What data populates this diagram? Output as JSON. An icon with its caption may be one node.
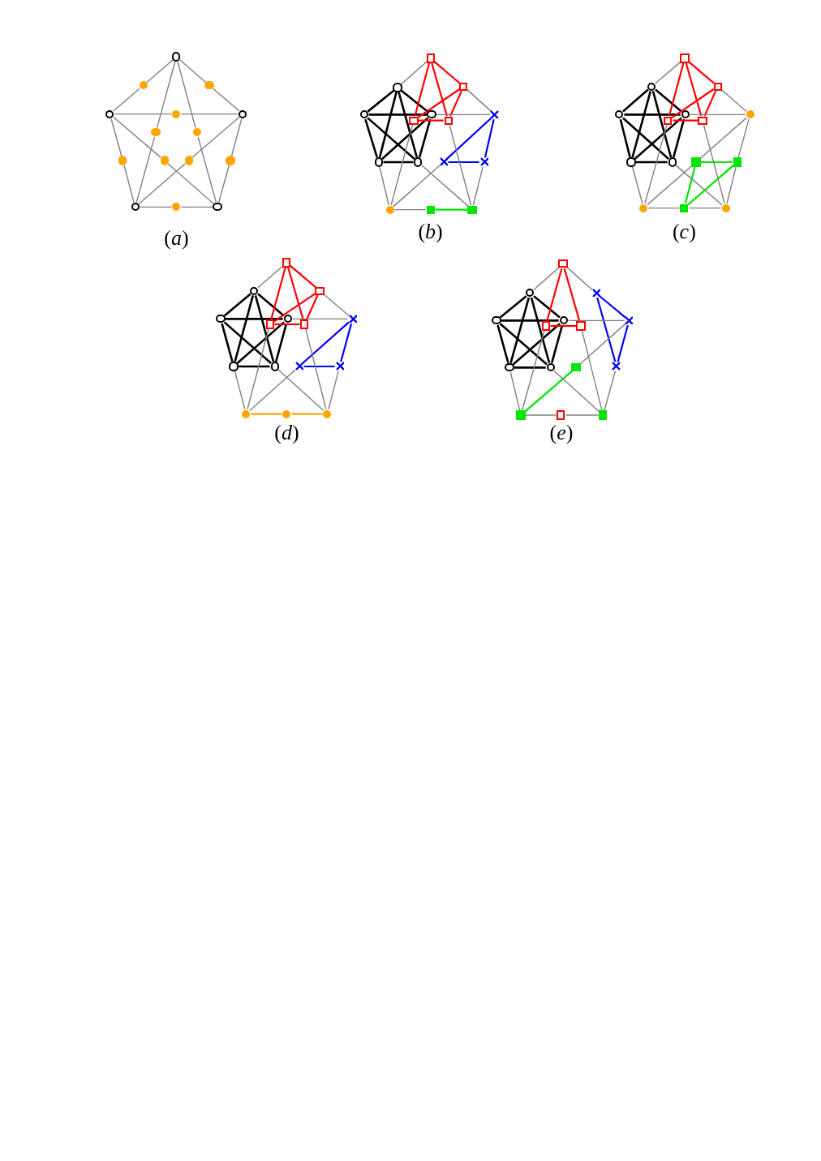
{
  "diagram": {
    "nodes": [
      {
        "text": [],
        "shape": "circle"
      },
      {
        "text": [],
        "shape": "circle"
      },
      {
        "text": [],
        "shape": "circle"
      },
      {
        "text": [],
        "shape": "circle"
      },
      {
        "text": [],
        "shape": "circle"
      },
      {
        "text": [],
        "shape": "circle"
      },
      {
        "text": [],
        "shape": "circle"
      },
      {
        "text": [],
        "shape": "circle"
      },
      {
        "text": [],
        "shape": "circle"
      },
      {
        "text": [],
        "shape": "circle"
      },
      {
        "text": [],
        "shape": "circle"
      },
      {
        "text": [],
        "shape": "circle"
      },
      {
        "text": [],
        "shape": "circle"
      },
      {
        "text": [],
        "shape": "circle"
      },
      {
        "text": [],
        "shape": "circle"
      },
      {
        "text": [],
        "shape": "circle"
      },
      {
        "text": [],
        "shape": "circle"
      },
      {
        "text": [],
        "shape": "circle"
      },
      {
        "text": [],
        "shape": "circle"
      },
      {
        "text": [],
        "shape": "circle"
      },
      {
        "text": [],
        "shape": "box"
      },
      {
        "text": [],
        "shape": "box"
      },
      {
        "text": [],
        "shape": "box"
      },
      {
        "text": [],
        "shape": "box"
      },
      {
        "text": [],
        "shape": "cross"
      },
      {
        "text": [],
        "shape": "cross"
      },
      {
        "text": [],
        "shape": "cross"
      },
      {
        "text": [],
        "shape": "circle"
      },
      {
        "text": [],
        "shape": "box"
      },
      {
        "text": [],
        "shape": "box"
      },
      {
        "text": [],
        "shape": "circle"
      },
      {
        "text": [],
        "shape": "circle"
      },
      {
        "text": [],
        "shape": "circle"
      },
      {
        "text": [],
        "shape": "circle"
      },
      {
        "text": [],
        "shape": "circle"
      },
      {
        "text": [],
        "shape": "box"
      },
      {
        "text": [],
        "shape": "box"
      },
      {
        "text": [],
        "shape": "box"
      },
      {
        "text": [],
        "shape": "box"
      },
      {
        "text": [],
        "shape": "circle"
      },
      {
        "text": [],
        "shape": "box"
      },
      {
        "text": [],
        "shape": "box"
      },
      {
        "text": [],
        "shape": "circle"
      },
      {
        "text": [],
        "shape": "box"
      },
      {
        "text": [],
        "shape": "circle"
      },
      {
        "text": [],
        "shape": "circle"
      },
      {
        "text": [],
        "shape": "circle"
      },
      {
        "text": [],
        "shape": "circle"
      },
      {
        "text": [],
        "shape": "circle"
      },
      {
        "text": [],
        "shape": "circle"
      },
      {
        "text": [],
        "shape": "box"
      },
      {
        "text": [],
        "shape": "box"
      },
      {
        "text": [],
        "shape": "box"
      },
      {
        "text": [],
        "shape": "box"
      },
      {
        "text": [],
        "shape": "cross"
      },
      {
        "text": [],
        "shape": "cross"
      },
      {
        "text": [],
        "shape": "cross"
      },
      {
        "text": [],
        "shape": "circle"
      },
      {
        "text": [],
        "shape": "circle"
      },
      {
        "text": [],
        "shape": "circle"
      },
      {
        "text": [],
        "shape": "circle"
      },
      {
        "text": [],
        "shape": "circle"
      },
      {
        "text": [],
        "shape": "circle"
      },
      {
        "text": [],
        "shape": "circle"
      },
      {
        "text": [],
        "shape": "circle"
      },
      {
        "text": [],
        "shape": "box"
      },
      {
        "text": [],
        "shape": "cross"
      },
      {
        "text": [],
        "shape": "box"
      },
      {
        "text": [],
        "shape": "box"
      },
      {
        "text": [],
        "shape": "cross"
      },
      {
        "text": [],
        "shape": "box"
      },
      {
        "text": [],
        "shape": "cross"
      },
      {
        "text": [],
        "shape": "box"
      },
      {
        "text": [],
        "shape": "box"
      },
      {
        "text": [],
        "shape": "box"
      }
    ],
    "edges": [
      {
        "from": 0,
        "to": 5,
        "arrow": "none"
      },
      {
        "from": 5,
        "to": 1,
        "arrow": "none"
      },
      {
        "from": 0,
        "to": 6,
        "arrow": "none"
      },
      {
        "from": 6,
        "to": 2,
        "arrow": "none"
      },
      {
        "from": 1,
        "to": 7,
        "arrow": "none"
      },
      {
        "from": 7,
        "to": 2,
        "arrow": "none"
      },
      {
        "from": 0,
        "to": 8,
        "arrow": "none"
      },
      {
        "from": 8,
        "to": 3,
        "arrow": "none"
      },
      {
        "from": 0,
        "to": 9,
        "arrow": "none"
      },
      {
        "from": 9,
        "to": 4,
        "arrow": "none"
      },
      {
        "from": 1,
        "to": 10,
        "arrow": "none"
      },
      {
        "from": 10,
        "to": 3,
        "arrow": "none"
      },
      {
        "from": 1,
        "to": 11,
        "arrow": "none"
      },
      {
        "from": 11,
        "to": 4,
        "arrow": "none"
      },
      {
        "from": 2,
        "to": 12,
        "arrow": "none"
      },
      {
        "from": 12,
        "to": 3,
        "arrow": "none"
      },
      {
        "from": 2,
        "to": 13,
        "arrow": "none"
      },
      {
        "from": 13,
        "to": 4,
        "arrow": "none"
      },
      {
        "from": 3,
        "to": 14,
        "arrow": "none"
      },
      {
        "from": 14,
        "to": 4,
        "arrow": "none"
      },
      {
        "from": 15,
        "to": 16,
        "arrow": "none",
        "color": "#000000"
      },
      {
        "from": 15,
        "to": 17,
        "arrow": "none",
        "color": "#000000"
      },
      {
        "from": 15,
        "to": 18,
        "arrow": "none",
        "color": "#000000"
      },
      {
        "from": 15,
        "to": 19,
        "arrow": "none",
        "color": "#000000"
      },
      {
        "from": 16,
        "to": 17,
        "arrow": "none",
        "color": "#000000"
      },
      {
        "from": 16,
        "to": 18,
        "arrow": "none",
        "color": "#000000"
      },
      {
        "from": 16,
        "to": 19,
        "arrow": "none",
        "color": "#000000"
      },
      {
        "from": 17,
        "to": 18,
        "arrow": "none",
        "color": "#000000"
      },
      {
        "from": 17,
        "to": 19,
        "arrow": "none",
        "color": "#000000"
      },
      {
        "from": 18,
        "to": 19,
        "arrow": "none",
        "color": "#000000"
      },
      {
        "from": 20,
        "to": 21,
        "arrow": "none",
        "color": "#ff0000"
      },
      {
        "from": 20,
        "to": 22,
        "arrow": "none",
        "color": "#ff0000"
      },
      {
        "from": 20,
        "to": 23,
        "arrow": "none",
        "color": "#ff0000"
      },
      {
        "from": 21,
        "to": 22,
        "arrow": "none",
        "color": "#ff0000"
      },
      {
        "from": 21,
        "to": 23,
        "arrow": "none",
        "color": "#ff0000"
      },
      {
        "from": 22,
        "to": 23,
        "arrow": "none",
        "color": "#ff0000"
      },
      {
        "from": 24,
        "to": 25,
        "arrow": "none",
        "color": "#0000ff"
      },
      {
        "from": 24,
        "to": 26,
        "arrow": "none",
        "color": "#0000ff"
      },
      {
        "from": 25,
        "to": 26,
        "arrow": "none",
        "color": "#0000ff"
      },
      {
        "from": 28,
        "to": 29,
        "arrow": "none",
        "color": "#00e600"
      },
      {
        "from": 15,
        "to": 20,
        "arrow": "none"
      },
      {
        "from": 21,
        "to": 24,
        "arrow": "none"
      },
      {
        "from": 17,
        "to": 24,
        "arrow": "none"
      },
      {
        "from": 22,
        "to": 27,
        "arrow": "none"
      },
      {
        "from": 23,
        "to": 29,
        "arrow": "none"
      },
      {
        "from": 18,
        "to": 27,
        "arrow": "none"
      },
      {
        "from": 19,
        "to": 29,
        "arrow": "none"
      },
      {
        "from": 25,
        "to": 27,
        "arrow": "none"
      },
      {
        "from": 26,
        "to": 29,
        "arrow": "none"
      },
      {
        "from": 27,
        "to": 28,
        "arrow": "none"
      },
      {
        "from": 30,
        "to": 31,
        "arrow": "none",
        "color": "#000000"
      },
      {
        "from": 30,
        "to": 32,
        "arrow": "none",
        "color": "#000000"
      },
      {
        "from": 30,
        "to": 33,
        "arrow": "none",
        "color": "#000000"
      },
      {
        "from": 30,
        "to": 34,
        "arrow": "none",
        "color": "#000000"
      },
      {
        "from": 31,
        "to": 32,
        "arrow": "none",
        "color": "#000000"
      },
      {
        "from": 31,
        "to": 33,
        "arrow": "none",
        "color": "#000000"
      },
      {
        "from": 31,
        "to": 34,
        "arrow": "none",
        "color": "#000000"
      },
      {
        "from": 32,
        "to": 33,
        "arrow": "none",
        "color": "#000000"
      },
      {
        "from": 32,
        "to": 34,
        "arrow": "none",
        "color": "#000000"
      },
      {
        "from": 33,
        "to": 34,
        "arrow": "none",
        "color": "#000000"
      },
      {
        "from": 35,
        "to": 36,
        "arrow": "none",
        "color": "#ff0000"
      },
      {
        "from": 35,
        "to": 37,
        "arrow": "none",
        "color": "#ff0000"
      },
      {
        "from": 35,
        "to": 38,
        "arrow": "none",
        "color": "#ff0000"
      },
      {
        "from": 36,
        "to": 37,
        "arrow": "none",
        "color": "#ff0000"
      },
      {
        "from": 36,
        "to": 38,
        "arrow": "none",
        "color": "#ff0000"
      },
      {
        "from": 37,
        "to": 38,
        "arrow": "none",
        "color": "#ff0000"
      },
      {
        "from": 40,
        "to": 41,
        "arrow": "none",
        "color": "#00e600"
      },
      {
        "from": 41,
        "to": 43,
        "arrow": "none",
        "color": "#00e600"
      },
      {
        "from": 40,
        "to": 43,
        "arrow": "none",
        "color": "#00e600"
      },
      {
        "from": 30,
        "to": 35,
        "arrow": "none"
      },
      {
        "from": 36,
        "to": 39,
        "arrow": "none"
      },
      {
        "from": 32,
        "to": 39,
        "arrow": "none"
      },
      {
        "from": 37,
        "to": 42,
        "arrow": "none"
      },
      {
        "from": 38,
        "to": 44,
        "arrow": "none"
      },
      {
        "from": 33,
        "to": 42,
        "arrow": "none"
      },
      {
        "from": 34,
        "to": 44,
        "arrow": "none"
      },
      {
        "from": 39,
        "to": 40,
        "arrow": "none"
      },
      {
        "from": 40,
        "to": 42,
        "arrow": "none"
      },
      {
        "from": 39,
        "to": 41,
        "arrow": "none"
      },
      {
        "from": 41,
        "to": 44,
        "arrow": "none"
      },
      {
        "from": 42,
        "to": 43,
        "arrow": "none"
      },
      {
        "from": 43,
        "to": 44,
        "arrow": "none"
      },
      {
        "from": 45,
        "to": 46,
        "arrow": "none",
        "color": "#000000"
      },
      {
        "from": 45,
        "to": 47,
        "arrow": "none",
        "color": "#000000"
      },
      {
        "from": 45,
        "to": 48,
        "arrow": "none",
        "color": "#000000"
      },
      {
        "from": 45,
        "to": 49,
        "arrow": "none",
        "color": "#000000"
      },
      {
        "from": 46,
        "to": 47,
        "arrow": "none",
        "color": "#000000"
      },
      {
        "from": 46,
        "to": 48,
        "arrow": "none",
        "color": "#000000"
      },
      {
        "from": 46,
        "to": 49,
        "arrow": "none",
        "color": "#000000"
      },
      {
        "from": 47,
        "to": 48,
        "arrow": "none",
        "color": "#000000"
      },
      {
        "from": 47,
        "to": 49,
        "arrow": "none",
        "color": "#000000"
      },
      {
        "from": 48,
        "to": 49,
        "arrow": "none",
        "color": "#000000"
      },
      {
        "from": 50,
        "to": 51,
        "arrow": "none",
        "color": "#ff0000"
      },
      {
        "from": 50,
        "to": 52,
        "arrow": "none",
        "color": "#ff0000"
      },
      {
        "from": 50,
        "to": 53,
        "arrow": "none",
        "color": "#ff0000"
      },
      {
        "from": 51,
        "to": 52,
        "arrow": "none",
        "color": "#ff0000"
      },
      {
        "from": 51,
        "to": 53,
        "arrow": "none",
        "color": "#ff0000"
      },
      {
        "from": 52,
        "to": 53,
        "arrow": "none",
        "color": "#ff0000"
      },
      {
        "from": 54,
        "to": 55,
        "arrow": "none",
        "color": "#0000ff"
      },
      {
        "from": 54,
        "to": 56,
        "arrow": "none",
        "color": "#0000ff"
      },
      {
        "from": 55,
        "to": 56,
        "arrow": "none",
        "color": "#0000ff"
      },
      {
        "from": 57,
        "to": 58,
        "arrow": "none",
        "color": "#ffa500"
      },
      {
        "from": 58,
        "to": 59,
        "arrow": "none",
        "color": "#ffa500"
      },
      {
        "from": 45,
        "to": 50,
        "arrow": "none"
      },
      {
        "from": 51,
        "to": 54,
        "arrow": "none"
      },
      {
        "from": 47,
        "to": 54,
        "arrow": "none"
      },
      {
        "from": 52,
        "to": 57,
        "arrow": "none"
      },
      {
        "from": 53,
        "to": 59,
        "arrow": "none"
      },
      {
        "from": 48,
        "to": 57,
        "arrow": "none"
      },
      {
        "from": 49,
        "to": 59,
        "arrow": "none"
      },
      {
        "from": 55,
        "to": 57,
        "arrow": "none"
      },
      {
        "from": 56,
        "to": 59,
        "arrow": "none"
      },
      {
        "from": 60,
        "to": 61,
        "arrow": "none",
        "color": "#000000"
      },
      {
        "from": 60,
        "to": 62,
        "arrow": "none",
        "color": "#000000"
      },
      {
        "from": 60,
        "to": 63,
        "arrow": "none",
        "color": "#000000"
      },
      {
        "from": 60,
        "to": 64,
        "arrow": "none",
        "color": "#000000"
      },
      {
        "from": 61,
        "to": 62,
        "arrow": "none",
        "color": "#000000"
      },
      {
        "from": 61,
        "to": 63,
        "arrow": "none",
        "color": "#000000"
      },
      {
        "from": 61,
        "to": 64,
        "arrow": "none",
        "color": "#000000"
      },
      {
        "from": 62,
        "to": 63,
        "arrow": "none",
        "color": "#000000"
      },
      {
        "from": 62,
        "to": 64,
        "arrow": "none",
        "color": "#000000"
      },
      {
        "from": 63,
        "to": 64,
        "arrow": "none",
        "color": "#000000"
      },
      {
        "from": 65,
        "to": 67,
        "arrow": "none",
        "color": "#ff0000"
      },
      {
        "from": 65,
        "to": 68,
        "arrow": "none",
        "color": "#ff0000"
      },
      {
        "from": 67,
        "to": 68,
        "arrow": "none",
        "color": "#ff0000"
      },
      {
        "from": 66,
        "to": 69,
        "arrow": "none",
        "color": "#0000ff"
      },
      {
        "from": 69,
        "to": 71,
        "arrow": "none",
        "color": "#0000ff"
      },
      {
        "from": 66,
        "to": 71,
        "arrow": "none",
        "color": "#0000ff"
      },
      {
        "from": 72,
        "to": 70,
        "arrow": "none",
        "color": "#00e600"
      },
      {
        "from": 60,
        "to": 65,
        "arrow": "none"
      },
      {
        "from": 65,
        "to": 66,
        "arrow": "none"
      },
      {
        "from": 62,
        "to": 69,
        "arrow": "none"
      },
      {
        "from": 67,
        "to": 72,
        "arrow": "none"
      },
      {
        "from": 68,
        "to": 74,
        "arrow": "none"
      },
      {
        "from": 63,
        "to": 72,
        "arrow": "none"
      },
      {
        "from": 64,
        "to": 74,
        "arrow": "none"
      },
      {
        "from": 69,
        "to": 70,
        "arrow": "none"
      },
      {
        "from": 71,
        "to": 74,
        "arrow": "none"
      },
      {
        "from": 72,
        "to": 73,
        "arrow": "none"
      },
      {
        "from": 73,
        "to": 74,
        "arrow": "none"
      }
    ],
    "labels": [
      "(*a*)",
      "(*b*)",
      "(*c*)",
      "(*d*)",
      "(*e*)"
    ]
  }
}
